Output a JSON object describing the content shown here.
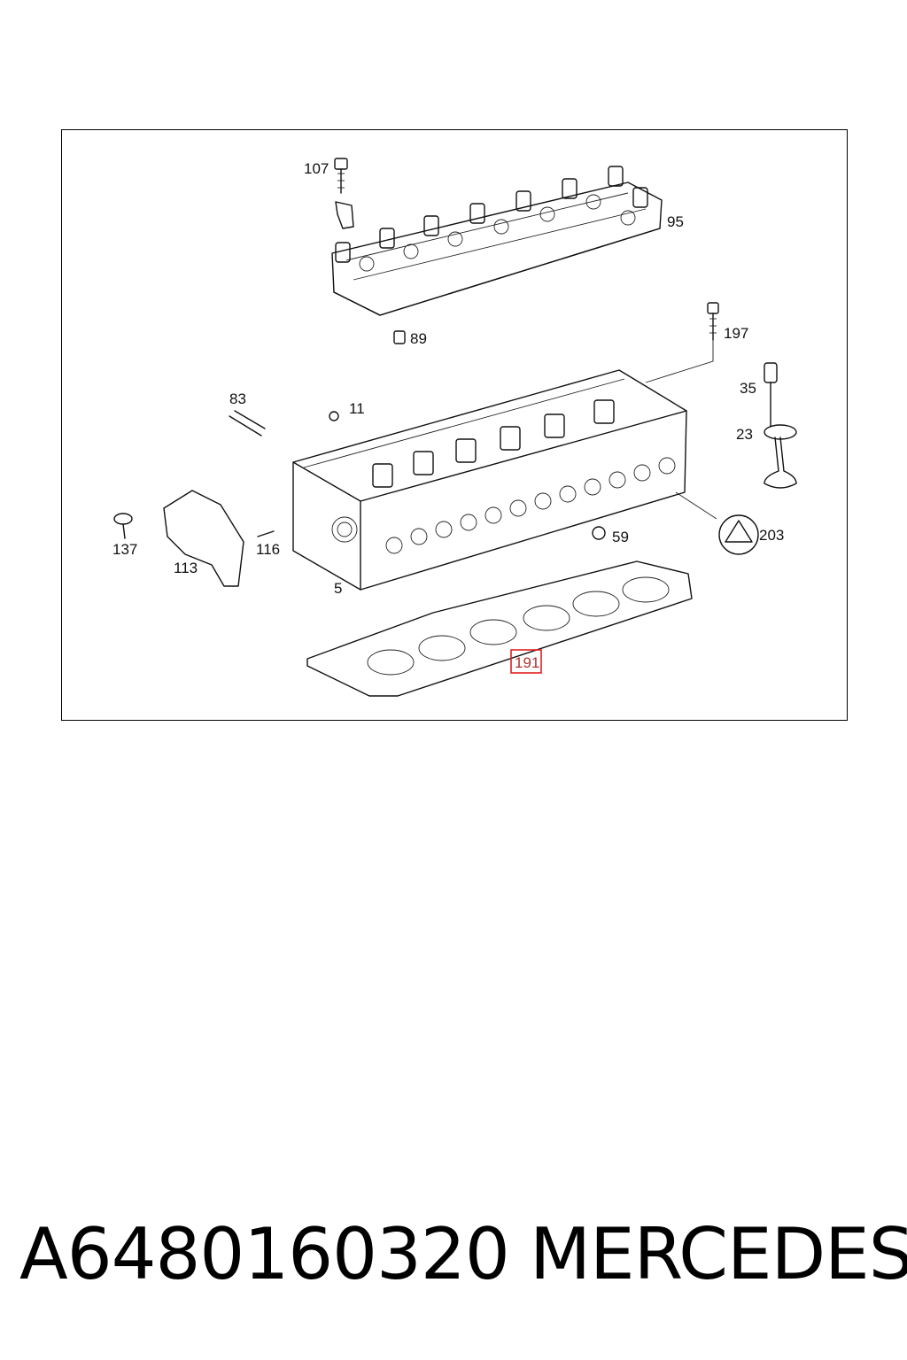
{
  "diagram": {
    "labels": {
      "l107": "107",
      "l95": "95",
      "l89": "89",
      "l197": "197",
      "l83": "83",
      "l11": "11",
      "l35": "35",
      "l23": "23",
      "l137": "137",
      "l113": "113",
      "l116": "116",
      "l59": "59",
      "l203": "203",
      "l5": "5",
      "l191": "191"
    },
    "highlight": {
      "label": "191",
      "color": "#e02020"
    }
  },
  "footer": {
    "part_number": "A6480160320",
    "brand": "MERCEDES"
  }
}
